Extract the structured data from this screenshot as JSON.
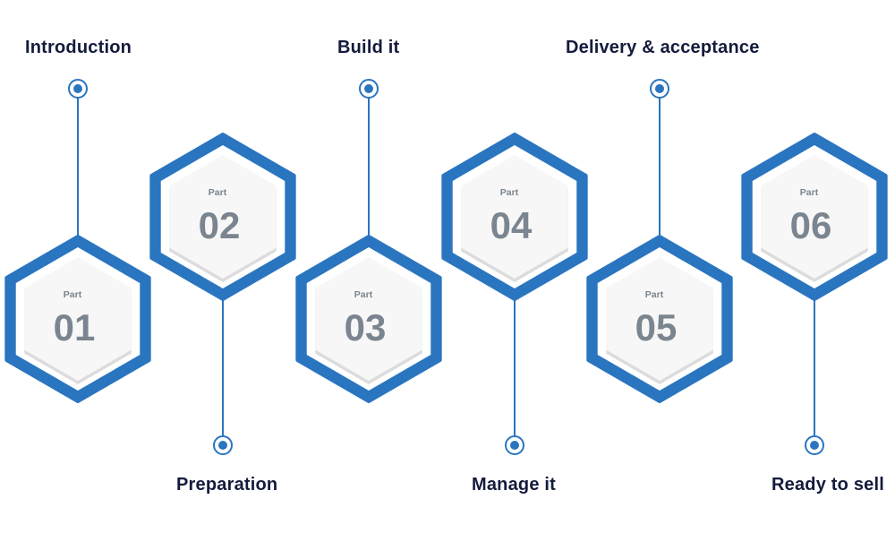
{
  "colors": {
    "accent": "#2a75c0",
    "hex_inner": "#f7f7f7",
    "hex_shadow": "#dcdcdc",
    "number_text": "#7b8590",
    "label_text": "#141b3c"
  },
  "part_word": "Part",
  "steps": [
    {
      "number": "01",
      "label": "Introduction"
    },
    {
      "number": "02",
      "label": "Preparation"
    },
    {
      "number": "03",
      "label": "Build it"
    },
    {
      "number": "04",
      "label": "Manage it"
    },
    {
      "number": "05",
      "label": "Delivery & acceptance"
    },
    {
      "number": "06",
      "label": "Ready to sell"
    }
  ]
}
